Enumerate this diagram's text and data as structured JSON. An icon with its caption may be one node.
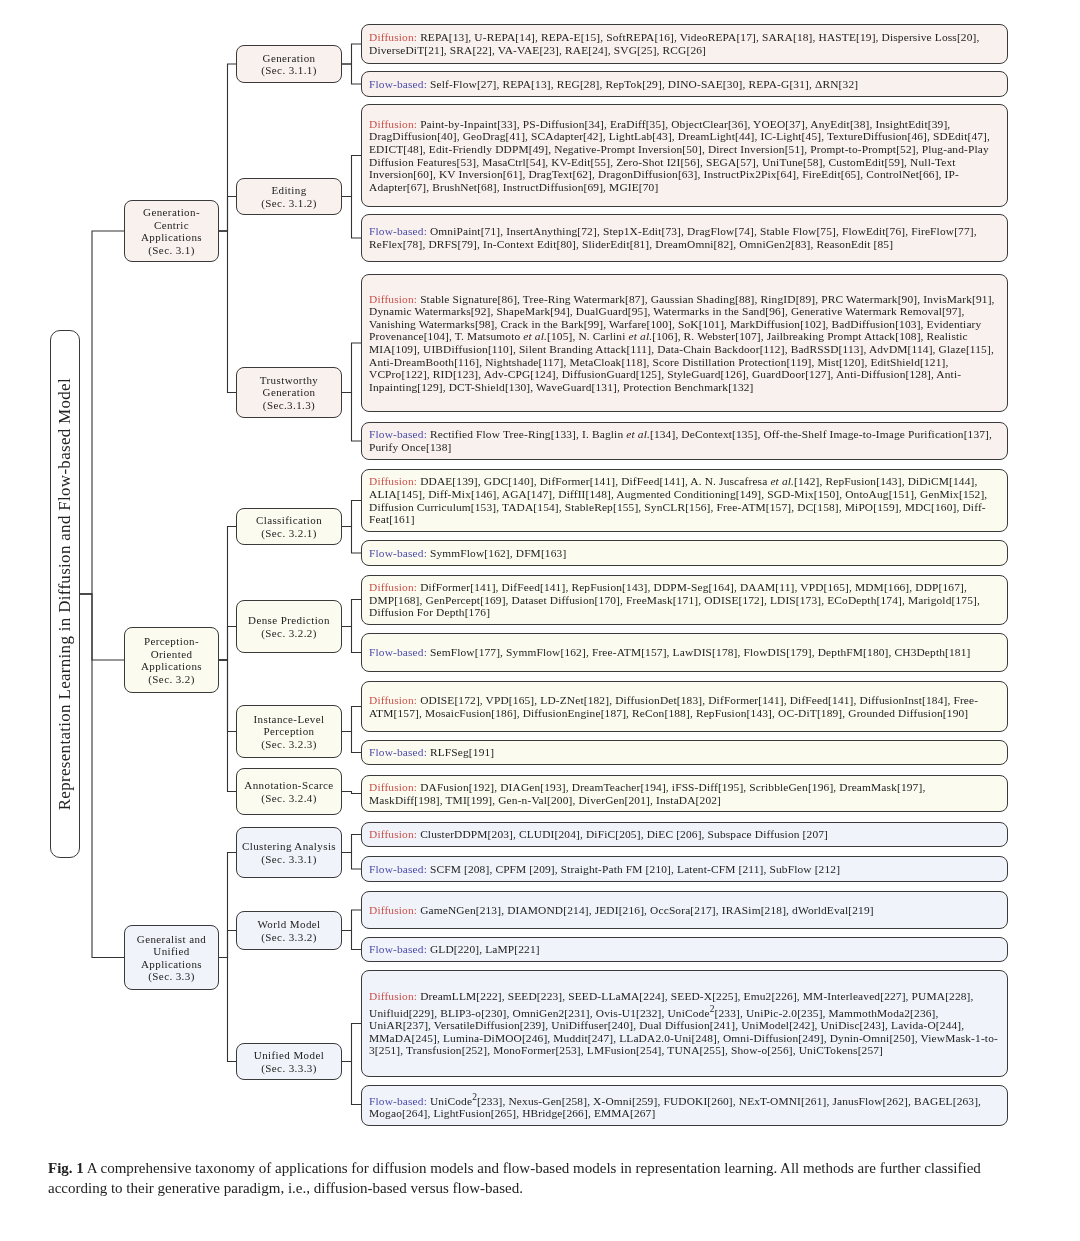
{
  "diagram": {
    "nodes": [
      {
        "text": [
          "Representation Learning in Diffusion and Flow-based Model"
        ]
      },
      {
        "text": [
          "Generation-Centric Applications",
          "(Sec. 3.1)"
        ]
      },
      {
        "text": [
          "Generation",
          "(Sec. 3.1.1)"
        ]
      },
      {
        "text": [
          "Diffusion:",
          "REPA[13], U-REPA[14], REPA-E[15], SoftREPA[16], VideoREPA[17], SARA[18], HASTE[19], Dispersive Loss[20], DiverseDiT[21], SRA[22], VA-VAE[23], RAE[24], SVG[25], RCG[26]"
        ]
      },
      {
        "text": [
          "Flow-based:",
          "Self-Flow[27], REPA[13], REG[28], RepTok[29], DINO-SAE[30], REPA-G[31], ΔRN[32]"
        ]
      },
      {
        "text": [
          "Editing",
          "(Sec. 3.1.2)"
        ]
      },
      {
        "text": [
          "Diffusion:",
          "Paint-by-Inpaint[33], PS-Diffusion[34], EraDiff[35], ObjectClear[36], YOEO[37], AnyEdit[38], InsightEdit[39], DragDiffusion[40], GeoDrag[41], SCAdapter[42], LightLab[43], DreamLight[44], IC-Light[45], TextureDiffusion[46], SDEdit[47], EDICT[48], Edit-Friendly DDPM[49], Negative-Prompt Inversion[50], Direct Inversion[51], Prompt-to-Prompt[52], Plug-and-Play Diffusion Features[53], MasaCtrl[54], KV-Edit[55], Zero-Shot I2I[56], SEGA[57], UniTune[58], CustomEdit[59], Null-Text Inversion[60], KV Inversion[61], DragText[62], DragonDiffusion[63], InstructPix2Pix[64], FireEdit[65], ControlNet[66], IP-Adapter[67], BrushNet[68], InstructDiffusion[69], MGIE[70]"
        ]
      },
      {
        "text": [
          "Flow-based:",
          "OmniPaint[71], InsertAnything[72], Step1X-Edit[73], DragFlow[74], Stable Flow[75], FlowEdit[76], FireFlow[77], ReFlex[78], DRFS[79], In-Context Edit[80], SliderEdit[81], DreamOmni[82], OmniGen2[83], ReasonEdit [85]"
        ]
      },
      {
        "text": [
          "Trustworthy Generation",
          "(Sec.3.1.3)"
        ]
      },
      {
        "text": [
          "Diffusion:",
          "Stable Signature[86], Tree-Ring Watermark[87], Gaussian Shading[88], RingID[89], PRC Watermark[90], InvisMark[91], Dynamic Watermarks[92], ShapeMark[94], DualGuard[95], Watermarks in the Sand[96], Generative Watermark Removal[97], Vanishing Watermarks[98], Crack in the Bark[99], Warfare[100], SoK[101], MarkDiffusion[102], BadDiffusion[103], Evidentiary Provenance[104], T. Matsumoto *et al.*[105], N. Carlini *et al.*[106], R. Webster[107], Jailbreaking Prompt Attack[108], Realistic MIA[109], UIBDiffusion[110], Silent Branding Attack[111], Data-Chain Backdoor[112], BadRSSD[113], AdvDM[114], Glaze[115], Anti-DreamBooth[116], Nightshade[117], MetaCloak[118], Score Distillation Protection[119], Mist[120], EditShield[121], VCPro[122], RID[123], Adv-CPG[124], DiffusionGuard[125], StyleGuard[126], GuardDoor[127], Anti-Diffusion[128], Anti-Inpainting[129], DCT-Shield[130], WaveGuard[131], Protection Benchmark[132]"
        ]
      },
      {
        "text": [
          "Flow-based:",
          "Rectified Flow Tree-Ring[133], I. Baglin *et al.*[134], DeContext[135], Off-the-Shelf Image-to-Image Purification[137], Purify Once[138]"
        ]
      },
      {
        "text": [
          "Perception-Oriented Applications",
          "(Sec. 3.2)"
        ]
      },
      {
        "text": [
          "Classification",
          "(Sec. 3.2.1)"
        ]
      },
      {
        "text": [
          "Diffusion:",
          "DDAE[139], GDC[140], DifFormer[141], DifFeed[141], A. N. Juscafresa *et al.*[142], RepFusion[143], DiDiCM[144], ALIA[145], Diff-Mix[146], AGA[147], DiffII[148], Augmented Conditioning[149], SGD-Mix[150], OntoAug[151], GenMix[152], Diffusion Curriculum[153], TADA[154], StableRep[155], SynCLR[156], Free-ATM[157], DC[158], MiPO[159], MDC[160], Diff-Feat[161]"
        ]
      },
      {
        "text": [
          "Flow-based:",
          "SymmFlow[162], DFM[163]"
        ]
      },
      {
        "text": [
          "Dense Prediction",
          "(Sec. 3.2.2)"
        ]
      },
      {
        "text": [
          "Diffusion:",
          "DifFormer[141], DifFeed[141], RepFusion[143], DDPM-Seg[164], DAAM[11], VPD[165], MDM[166], DDP[167], DMP[168], GenPercept[169], Dataset Diffusion[170], FreeMask[171], ODISE[172], LDIS[173], ECoDepth[174], Marigold[175], Diffusion For Depth[176]"
        ]
      },
      {
        "text": [
          "Flow-based:",
          "SemFlow[177], SymmFlow[162], Free-ATM[157], LawDIS[178], FlowDIS[179], DepthFM[180], CH3Depth[181]"
        ]
      },
      {
        "text": [
          "Instance-Level Perception",
          "(Sec. 3.2.3)"
        ]
      },
      {
        "text": [
          "Diffusion:",
          "ODISE[172], VPD[165], LD-ZNet[182], DiffusionDet[183], DifFormer[141], DifFeed[141], DiffusionInst[184], Free-ATM[157], MosaicFusion[186], DiffusionEngine[187], ReCon[188], RepFusion[143], OC-DiT[189], Grounded Diffusion[190]"
        ]
      },
      {
        "text": [
          "Flow-based:",
          "RLFSeg[191]"
        ]
      },
      {
        "text": [
          "Annotation-Scarce",
          "(Sec. 3.2.4)"
        ]
      },
      {
        "text": [
          "Diffusion:",
          "DAFusion[192], DIAGen[193], DreamTeacher[194], iFSS-Diff[195], ScribbleGen[196], DreamMask[197], MaskDiff[198], TMI[199], Gen-n-Val[200], DiverGen[201], InstaDA[202]"
        ]
      },
      {
        "text": [
          "Generalist and Unified Applications",
          "(Sec. 3.3)"
        ]
      },
      {
        "text": [
          "Clustering Analysis",
          "(Sec. 3.3.1)"
        ]
      },
      {
        "text": [
          "Diffusion:",
          "ClusterDDPM[203], CLUDI[204], DiFiC[205], DiEC [206], Subspace Diffusion [207]"
        ]
      },
      {
        "text": [
          "Flow-based:",
          "SCFM [208], CPFM [209], Straight-Path FM [210], Latent-CFM [211], SubFlow [212]"
        ]
      },
      {
        "text": [
          "World Model",
          "(Sec. 3.3.2)"
        ]
      },
      {
        "text": [
          "Diffusion:",
          "GameNGen[213], DIAMOND[214], JEDI[216], OccSora[217], IRASim[218], dWorldEval[219]"
        ]
      },
      {
        "text": [
          "Flow-based:",
          "GLD[220], LaMP[221]"
        ]
      },
      {
        "text": [
          "Unified Model",
          "(Sec. 3.3.3)"
        ]
      },
      {
        "text": [
          "Diffusion:",
          "DreamLLM[222], SEED[223], SEED-LLaMA[224], SEED-X[225], Emu2[226], MM-Interleaved[227], PUMA[228], Unifluid[229], BLIP3-o[230], OmniGen2[231], Ovis-U1[232], UniCode$^{2}$[233], UniPic-2.0[235], MammothModa2[236], UniAR[237], VersatileDiffusion[239], UniDiffuser[240], Dual Diffusion[241], UniModel[242], UniDisc[243], Lavida-O[244], MMaDA[245], Lumina-DiMOO[246], Muddit[247], LLaDA2.0-Uni[248], Omni-Diffusion[249], Dynin-Omni[250], ViewMask-1-to-3[251], Transfusion[252], MonoFormer[253], LMFusion[254], TUNA[255], Show-o[256], UniCTokens[257]"
        ]
      },
      {
        "text": [
          "Flow-based:",
          "UniCode$^{2}$[233], Nexus-Gen[258], X-Omni[259], FUDOKI[260], NExT-OMNI[261], JanusFlow[262], BAGEL[263], Mogao[264], LightFusion[265], HBridge[266], EMMA[267]"
        ]
      }
    ],
    "edges": [
      {
        "from": 0,
        "to": 1,
        "arrow": "none"
      },
      {
        "from": 0,
        "to": 11,
        "arrow": "none"
      },
      {
        "from": 0,
        "to": 23,
        "arrow": "none"
      },
      {
        "from": 1,
        "to": 2,
        "arrow": "none"
      },
      {
        "from": 1,
        "to": 5,
        "arrow": "none"
      },
      {
        "from": 1,
        "to": 8,
        "arrow": "none"
      },
      {
        "from": 2,
        "to": 3,
        "arrow": "none"
      },
      {
        "from": 2,
        "to": 4,
        "arrow": "none"
      },
      {
        "from": 5,
        "to": 6,
        "arrow": "none"
      },
      {
        "from": 5,
        "to": 7,
        "arrow": "none"
      },
      {
        "from": 8,
        "to": 9,
        "arrow": "none"
      },
      {
        "from": 8,
        "to": 10,
        "arrow": "none"
      },
      {
        "from": 11,
        "to": 12,
        "arrow": "none"
      },
      {
        "from": 11,
        "to": 15,
        "arrow": "none"
      },
      {
        "from": 11,
        "to": 18,
        "arrow": "none"
      },
      {
        "from": 11,
        "to": 21,
        "arrow": "none"
      },
      {
        "from": 12,
        "to": 13,
        "arrow": "none"
      },
      {
        "from": 12,
        "to": 14,
        "arrow": "none"
      },
      {
        "from": 15,
        "to": 16,
        "arrow": "none"
      },
      {
        "from": 15,
        "to": 17,
        "arrow": "none"
      },
      {
        "from": 18,
        "to": 19,
        "arrow": "none"
      },
      {
        "from": 18,
        "to": 20,
        "arrow": "none"
      },
      {
        "from": 21,
        "to": 22,
        "arrow": "none"
      },
      {
        "from": 23,
        "to": 24,
        "arrow": "none"
      },
      {
        "from": 23,
        "to": 27,
        "arrow": "none"
      },
      {
        "from": 23,
        "to": 30,
        "arrow": "none"
      },
      {
        "from": 24,
        "to": 25,
        "arrow": "none"
      },
      {
        "from": 24,
        "to": 26,
        "arrow": "none"
      },
      {
        "from": 27,
        "to": 28,
        "arrow": "none"
      },
      {
        "from": 27,
        "to": 29,
        "arrow": "none"
      },
      {
        "from": 30,
        "to": 31,
        "arrow": "none"
      },
      {
        "from": 30,
        "to": 32,
        "arrow": "none"
      }
    ],
    "caption": "**Fig. 1** A comprehensive taxonomy of applications for diffusion models and flow-based models in representation learning. All methods are further classified according to their generative paradigm, i.e., diffusion-based versus flow-based."
  }
}
